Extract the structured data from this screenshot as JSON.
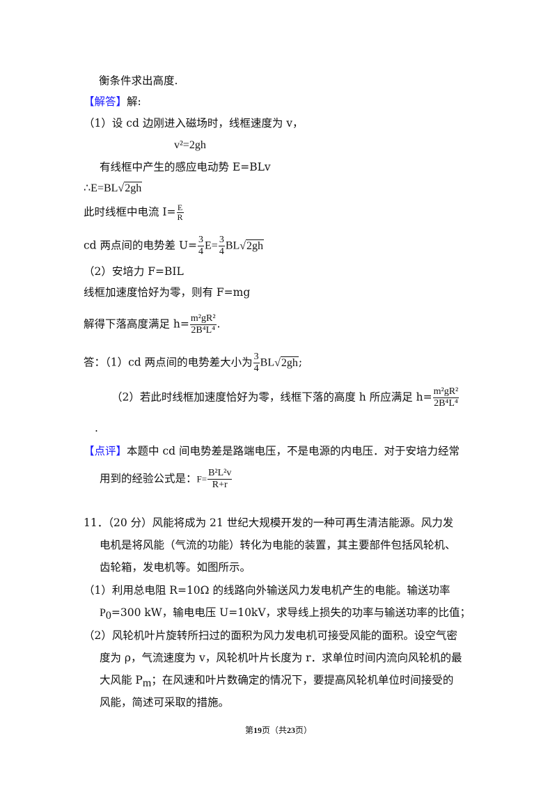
{
  "analysis_tail": "衡条件求出高度.",
  "solution": {
    "label": "【解答】",
    "intro": "解:",
    "part1_intro": "（1）设 cd 边刚进入磁场时，线框速度为 v，",
    "eq_v": "v²=2gh",
    "emf_text": "有线框中产生的感应电动势 E=BLv",
    "emf_result_prefix": "∴E=BL",
    "sqrt_2gh": "2gh",
    "current_text": "此时线框中电流  I=",
    "current_num": "E",
    "current_den": "R",
    "voltage_text": "cd 两点间的电势差 U=",
    "frac_3": "3",
    "frac_4": "4",
    "voltage_mid_E": "E=",
    "voltage_tail": "BL",
    "part2_intro": "（2）安培力  F=BIL",
    "accel_text": "线框加速度恰好为零，则有 F=mg",
    "height_text": "解得下落高度满足 h=",
    "h_num": "m²gR²",
    "h_den": "2B⁴L⁴",
    "period": "."
  },
  "answer": {
    "label": "答：",
    "part1": "（1）cd 两点间的电势差大小为",
    "part1_tail": "BL",
    "part1_end": ";",
    "part2": "（2）若此时线框加速度恰好为零，线框下落的高度 h 所应满足 h=",
    "dot": "."
  },
  "comment": {
    "label": "【点评】",
    "text1": "本题中 cd 间电势差是路端电压，不是电源的内电压．对于安培力经常",
    "text2": "用到的经验公式是：",
    "formula_prefix": "F=",
    "f_num": "B²L²v",
    "f_den": "R+r"
  },
  "question11": {
    "line1": "11．（20 分）风能将成为 21 世纪大规模开发的一种可再生清洁能源。风力发",
    "line2": "电机是将风能（气流的功能）转化为电能的装置，其主要部件包括风轮机、",
    "line3": "齿轮箱，发电机等。如图所示。",
    "p1_line1": "（1）利用总电阻 R=10Ω 的线路向外输送风力发电机产生的电能。输送功率",
    "p1_line2_a": "P",
    "p1_line2_sub": "0",
    "p1_line2_b": "=300 kW，输电电压 U=10kV，求导线上损失的功率与输送功率的比值；",
    "p2_line1": "（2）风轮机叶片旋转所扫过的面积为风力发电机可接受风能的面积。设空气密",
    "p2_line2": "度为 ρ，气流速度为 v，风轮机叶片长度为 r．求单位时间内流向风轮机的最",
    "p2_line3_a": "大风能 P",
    "p2_line3_sub": "m",
    "p2_line3_b": "；在风速和叶片数确定的情况下，要提高风轮机单位时间接受的",
    "p2_line4": "风能，简述可采取的措施。"
  },
  "footer": {
    "prefix": "第",
    "page": "19",
    "mid": "页（共",
    "total": "23",
    "suffix": "页）"
  },
  "colors": {
    "label_blue": "#1a1aff",
    "text": "#111111"
  }
}
